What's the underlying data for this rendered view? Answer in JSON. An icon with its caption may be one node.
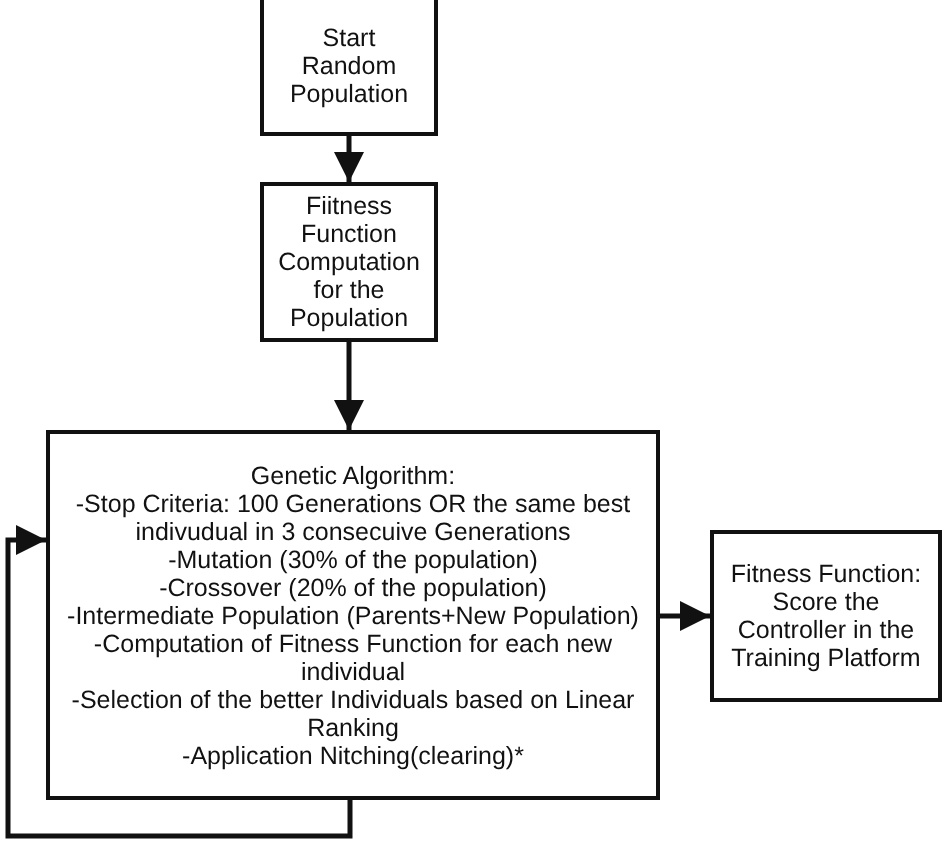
{
  "diagram": {
    "nodes": [
      {
        "text": [
          "Start Random Population"
        ]
      },
      {
        "text": [
          "Fiitness Function Computation for the Population"
        ]
      },
      {
        "text": [
          "Genetic Algorithm:",
          "-Stop Criteria: 100 Generations OR the same best indivudual in 3 consecuive Generations",
          "-Mutation (30% of the population)",
          "-Crossover (20% of the population)",
          "-Intermediate Population (Parents+New Population)",
          "-Computation of Fitness Function for each new individual",
          "-Selection of the better Individuals based on Linear Ranking",
          "-Application Nitching(clearing)*"
        ]
      },
      {
        "text": [
          "Fitness Function: Score the Controller in the Training Platform"
        ]
      }
    ],
    "edges": [
      {
        "from": 0,
        "to": 1,
        "arrow": "to"
      },
      {
        "from": 1,
        "to": 2,
        "arrow": "to"
      },
      {
        "from": 2,
        "to": 3,
        "arrow": "to"
      },
      {
        "from": 2,
        "to": 2,
        "arrow": "to"
      }
    ]
  }
}
